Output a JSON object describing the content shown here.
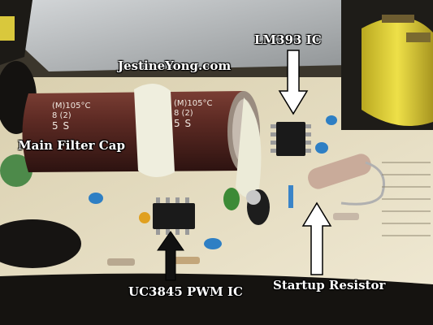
{
  "labels": {
    "site": "JestineYong.com",
    "lm393": "LM393 IC",
    "main_filter_cap": "Main Filter Cap",
    "pwm_ic": "UC3845 PWM IC",
    "startup_resistor": "Startup Resistor"
  },
  "capacitor_print": {
    "rating": "(M)105°C",
    "code": "8 (2)",
    "series": "5 S"
  },
  "colors": {
    "pcb": "#e9e0c4",
    "capacitor": "#5a2a22",
    "heatsink": "#b9bcbd",
    "transformer": "#e4d43a",
    "label_text": "#ffffff"
  }
}
